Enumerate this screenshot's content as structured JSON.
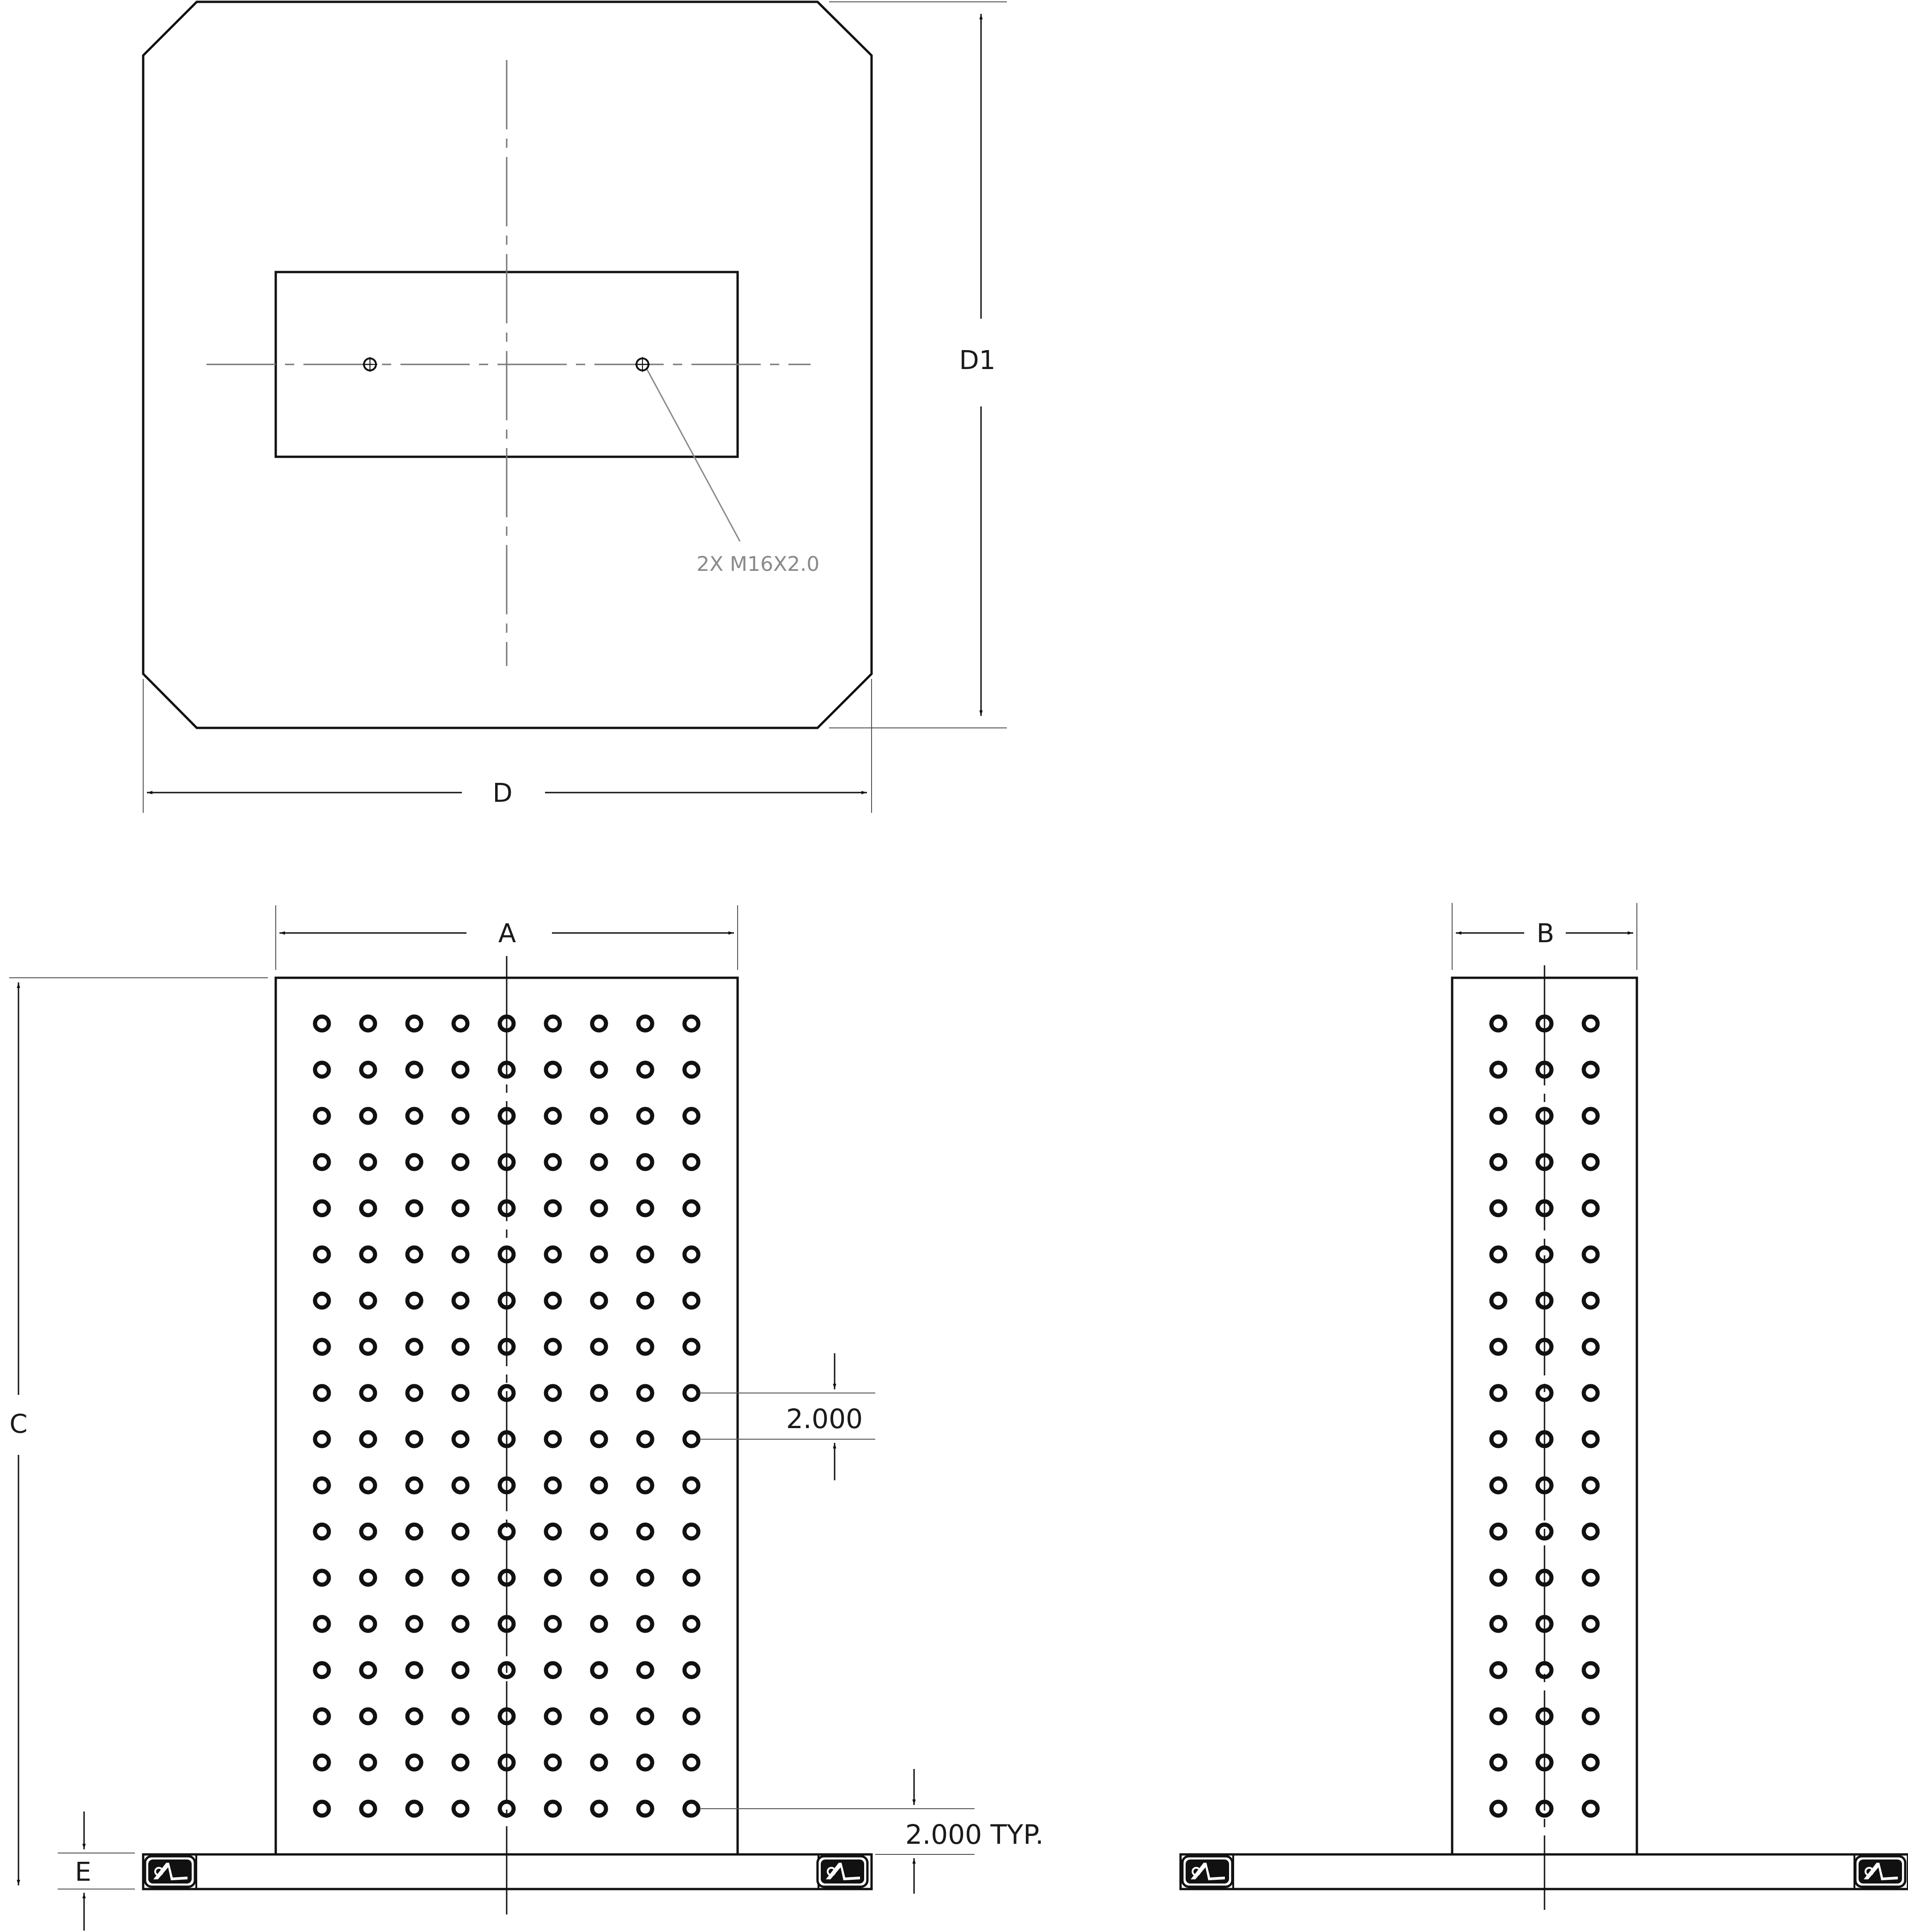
{
  "drawing": {
    "top_view": {
      "dimension_width_label": "D",
      "dimension_height_label": "D1",
      "thread_note": "2X M16X2.0"
    },
    "front_view": {
      "dimension_width_label": "A",
      "dimension_height_label": "C",
      "dimension_base_label": "E",
      "hole_pitch_label": "2.000",
      "hole_edge_label": "2.000 TYP.",
      "hole_grid": {
        "columns": 9,
        "rows": 18
      }
    },
    "side_view": {
      "dimension_width_label": "B",
      "hole_grid": {
        "columns": 3,
        "rows": 18
      }
    },
    "colors": {
      "line": "#111111",
      "center_line": "#777777",
      "note": "#8a8a8a",
      "extension_line": "#555555"
    },
    "icons": [
      "logo-badge-icon",
      "logo-badge-icon",
      "logo-badge-icon",
      "logo-badge-icon"
    ]
  }
}
